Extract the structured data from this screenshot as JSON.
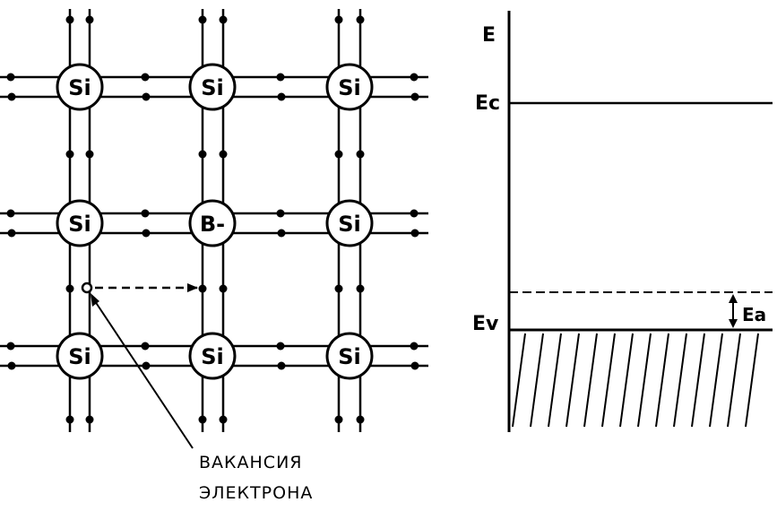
{
  "lattice": {
    "atoms": [
      [
        "Si",
        "Si",
        "Si"
      ],
      [
        "Si",
        "B-",
        "Si"
      ],
      [
        "Si",
        "Si",
        "Si"
      ]
    ],
    "vacancy_label": [
      "ВАКАНСИЯ",
      "ЭЛЕКТРОНА"
    ]
  },
  "band_diagram": {
    "axis_label": "E",
    "conduction_band_label": "Ec",
    "valence_band_label": "Ev",
    "acceptor_gap_label": "Ea"
  }
}
